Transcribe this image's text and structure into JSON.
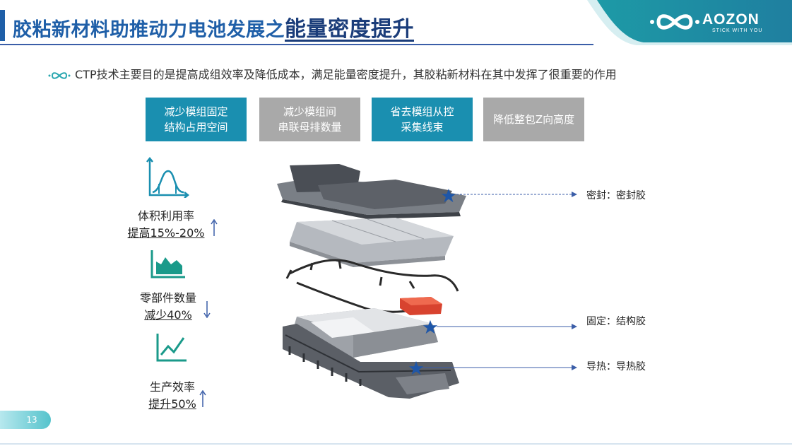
{
  "header": {
    "title_prefix": "胶粘新材料助推动力电池发展之",
    "title_highlight": "能量密度提升",
    "brand": "AOZON",
    "tagline": "STICK WITH YOU"
  },
  "bullet": {
    "text": "CTP技术主要目的是提高成组效率及降低成本，满足能量密度提升，其胶粘新材料在其中发挥了很重要的作用",
    "icon": "aozon-infinity-icon"
  },
  "boxes": [
    {
      "line1": "减少模组固定",
      "line2": "结构占用空间",
      "color": "#1a8fb0"
    },
    {
      "line1": "减少模组间",
      "line2": "串联母排数量",
      "color": "#a9a9a9"
    },
    {
      "line1": "省去模组从控",
      "line2": "采集线束",
      "color": "#1a8fb0"
    },
    {
      "line1": "降低整包Z向高度",
      "line2": "",
      "color": "#a9a9a9"
    }
  ],
  "metrics": [
    {
      "name": "体积利用率",
      "value": "提高15%-20%",
      "icon": "distribution-curve-icon",
      "trend": "up"
    },
    {
      "name": "零部件数量",
      "value": "减少40%",
      "icon": "area-chart-icon",
      "trend": "down"
    },
    {
      "name": "生产效率",
      "value": "提升50%",
      "icon": "line-chart-icon",
      "trend": "up"
    }
  ],
  "callouts": [
    {
      "text": "密封：密封胶"
    },
    {
      "text": "固定：结构胶"
    },
    {
      "text": "导热：导热胶"
    }
  ],
  "page_number": "13",
  "colors": {
    "primary": "#1f5fa8",
    "teal": "#1a8fb0",
    "gray": "#a9a9a9",
    "logo_teal": "#2aa7b0",
    "star": "#1e56a8"
  }
}
